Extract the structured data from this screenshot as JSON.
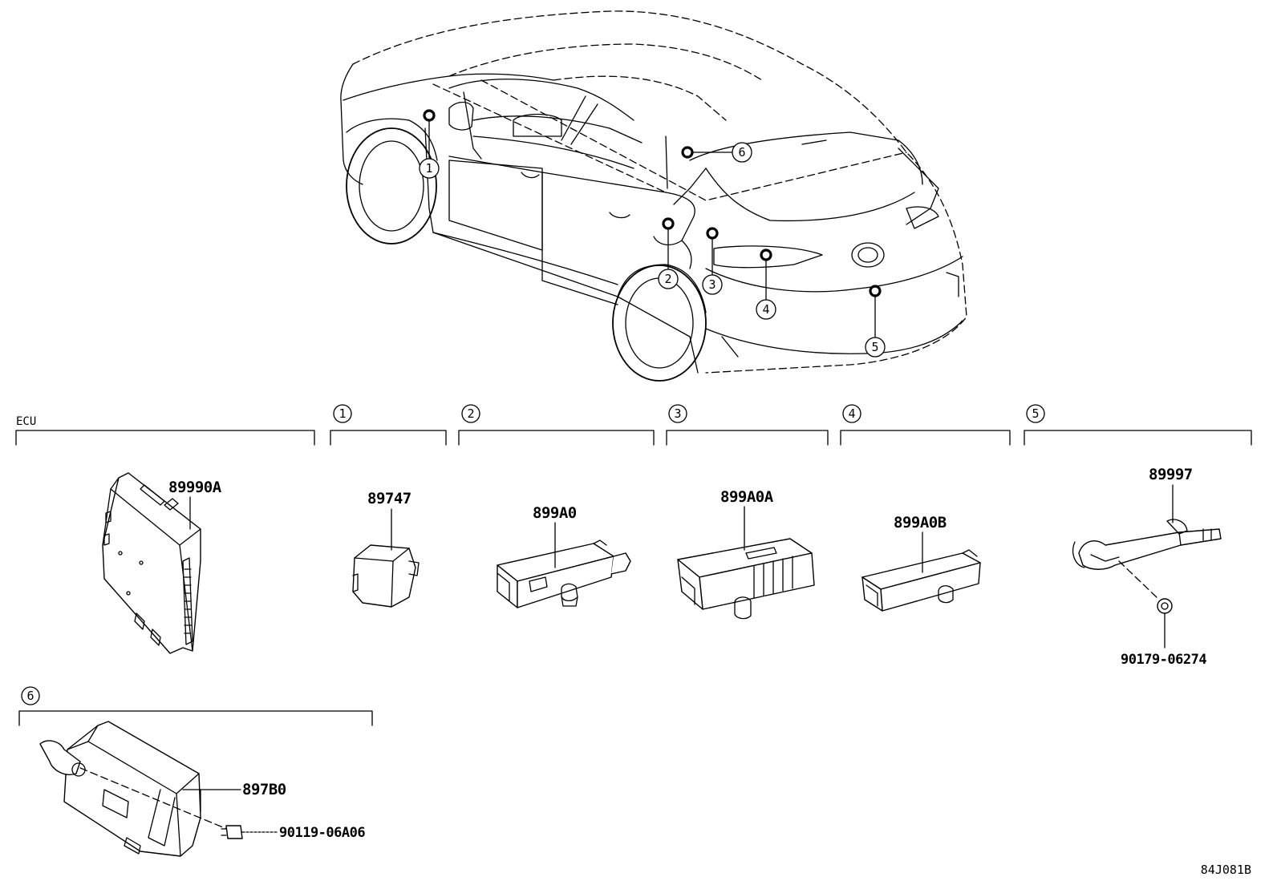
{
  "diagram": {
    "drawing_code": "84J081B",
    "car_callouts": [
      "1",
      "2",
      "3",
      "4",
      "5",
      "6"
    ],
    "sections": [
      {
        "id": "ecu",
        "label": "ECU",
        "parts": [
          "89990A"
        ]
      },
      {
        "id": "s1",
        "label": "1",
        "parts": [
          "89747"
        ]
      },
      {
        "id": "s2",
        "label": "2",
        "parts": [
          "899A0"
        ]
      },
      {
        "id": "s3",
        "label": "3",
        "parts": [
          "899A0A"
        ]
      },
      {
        "id": "s4",
        "label": "4",
        "parts": [
          "899A0B"
        ]
      },
      {
        "id": "s5",
        "label": "5",
        "parts": [
          "89997",
          "90179-06274"
        ]
      },
      {
        "id": "s6",
        "label": "6",
        "parts": [
          "897B0",
          "90119-06A06"
        ]
      }
    ]
  }
}
